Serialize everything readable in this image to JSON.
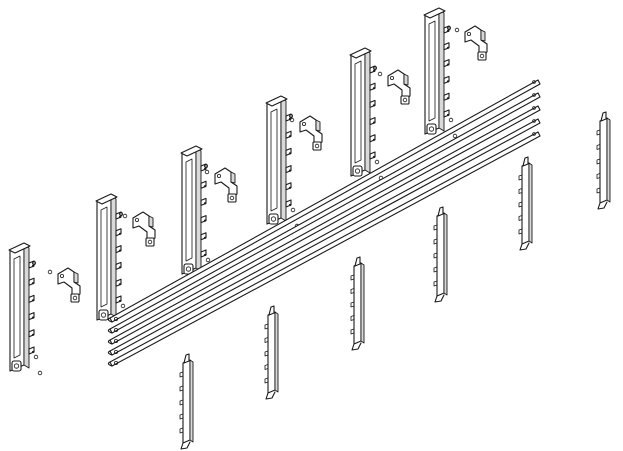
{
  "drawing": {
    "kind": "exploded assembly line drawing",
    "background_color": "#ffffff",
    "line_color": "#1a1a1a",
    "shade_color": "#d9d9d9",
    "counts": {
      "upright_supports": 6,
      "side_clamps": 6,
      "busbars": 5,
      "front_terminal_strips": 5,
      "end_terminal_strips": 1
    }
  }
}
